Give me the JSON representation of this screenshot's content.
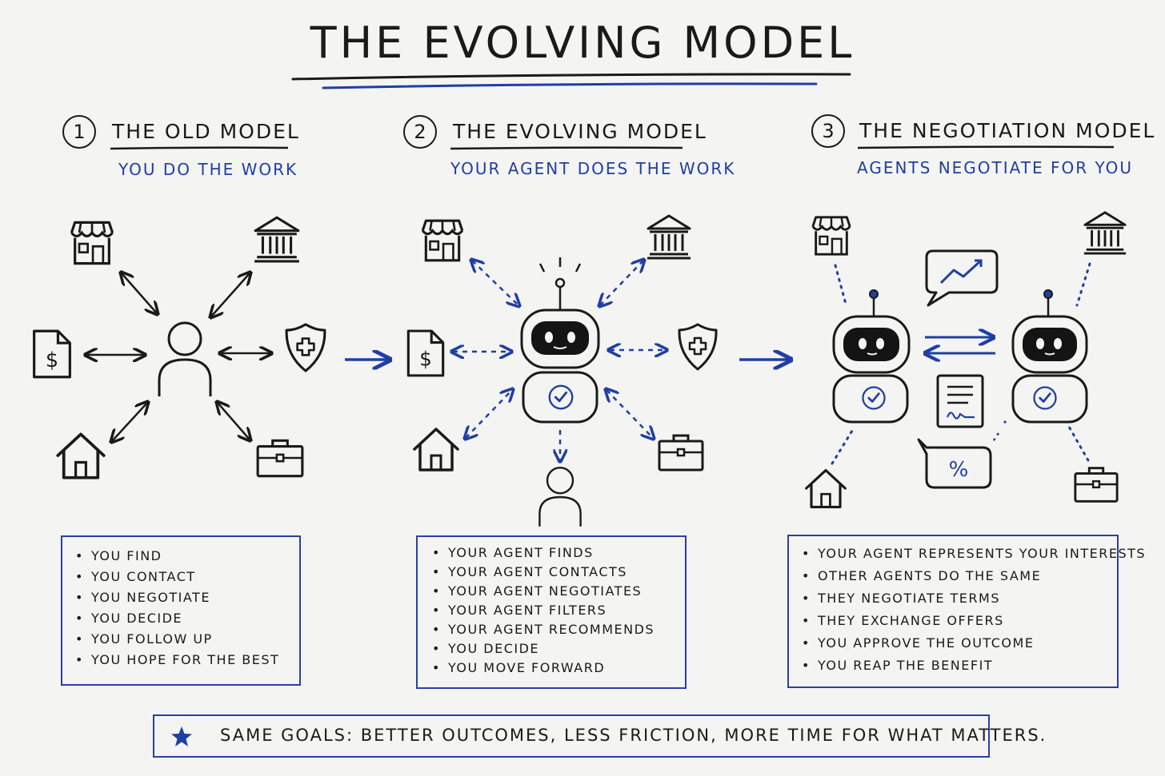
{
  "title": "THE EVOLVING MODEL",
  "columns": [
    {
      "number": "1",
      "title": "THE OLD MODEL",
      "subtitle": "YOU DO THE WORK",
      "items": [
        "YOU FIND",
        "YOU CONTACT",
        "YOU NEGOTIATE",
        "YOU DECIDE",
        "YOU FOLLOW UP",
        "YOU HOPE FOR THE BEST"
      ]
    },
    {
      "number": "2",
      "title": "THE EVOLVING MODEL",
      "subtitle": "YOUR AGENT DOES THE WORK",
      "items": [
        "YOUR AGENT FINDS",
        "YOUR AGENT CONTACTS",
        "YOUR AGENT NEGOTIATES",
        "YOUR AGENT FILTERS",
        "YOUR AGENT RECOMMENDS",
        "YOU DECIDE",
        "YOU MOVE FORWARD"
      ]
    },
    {
      "number": "3",
      "title": "THE NEGOTIATION MODEL",
      "subtitle": "AGENTS NEGOTIATE FOR YOU",
      "items": [
        "YOUR AGENT REPRESENTS YOUR INTERESTS",
        "OTHER AGENTS DO THE SAME",
        "THEY NEGOTIATE TERMS",
        "THEY EXCHANGE OFFERS",
        "YOU APPROVE THE OUTCOME",
        "YOU REAP THE BENEFIT"
      ]
    }
  ],
  "footer": {
    "icon": "star-icon",
    "text": "SAME GOALS: BETTER OUTCOMES, LESS FRICTION, MORE TIME FOR WHAT MATTERS."
  },
  "colors": {
    "ink": "#1a1a1a",
    "accent": "#1f3fa3",
    "background": "#f4f4f2"
  },
  "icons": [
    "store-icon",
    "bank-icon",
    "invoice-icon",
    "shield-plus-icon",
    "house-icon",
    "briefcase-icon",
    "person-icon",
    "robot-agent-icon",
    "chart-bubble-icon",
    "percent-bubble-icon",
    "contract-icon",
    "flow-arrow-icon"
  ]
}
